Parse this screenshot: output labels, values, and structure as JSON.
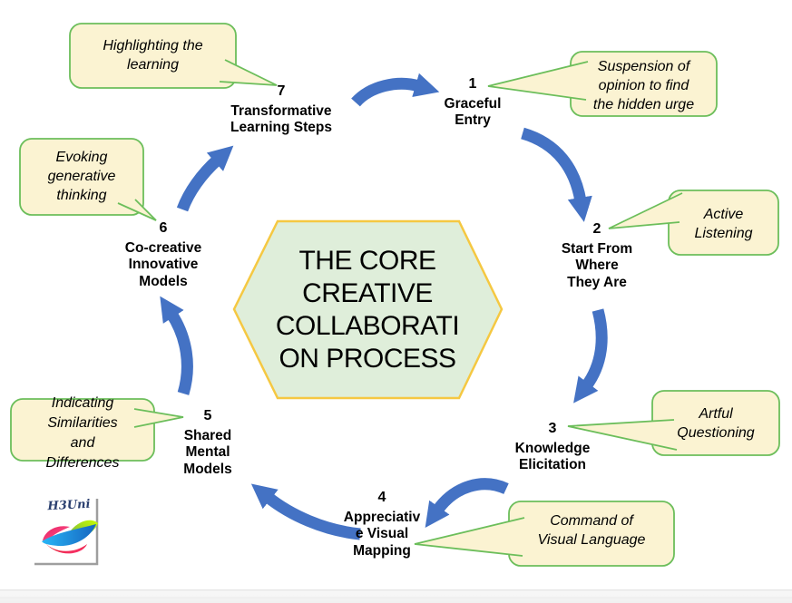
{
  "center": {
    "title": "THE CORE CREATIVE COLLABORATION PROCESS",
    "title_lines": "THE CORE\nCREATIVE\nCOLLABORATI\nON PROCESS"
  },
  "steps": [
    {
      "number": "1",
      "label": "Graceful\nEntry"
    },
    {
      "number": "2",
      "label": "Start From\nWhere\nThey Are"
    },
    {
      "number": "3",
      "label": "Knowledge\nElicitation"
    },
    {
      "number": "4",
      "label": "Appreciativ\ne Visual\nMapping"
    },
    {
      "number": "5",
      "label": "Shared\nMental\nModels"
    },
    {
      "number": "6",
      "label": "Co-creative\nInnovative\nModels"
    },
    {
      "number": "7",
      "label": "Transformative\nLearning Steps"
    }
  ],
  "callouts": [
    {
      "for_step": "1",
      "text": "Suspension of\nopinion to find\nthe hidden urge"
    },
    {
      "for_step": "2",
      "text": "Active\nListening"
    },
    {
      "for_step": "3",
      "text": "Artful\nQuestioning"
    },
    {
      "for_step": "4",
      "text": "Command of\nVisual Language"
    },
    {
      "for_step": "5",
      "text": "Indicating\nSimilarities\nand\nDifferences"
    },
    {
      "for_step": "6",
      "text": "Evoking\ngenerative\nthinking"
    },
    {
      "for_step": "7",
      "text": "Highlighting the\nlearning"
    }
  ],
  "logo": {
    "text": "H3Uni"
  },
  "colors": {
    "arrow_blue": "#4472C4",
    "callout_fill": "#FBF3D2",
    "callout_border": "#6CBE5B",
    "hexagon_fill": "#DFEEDA",
    "hexagon_border": "#F5C842",
    "text": "#000000",
    "logo_text": "#2A3F6F"
  }
}
